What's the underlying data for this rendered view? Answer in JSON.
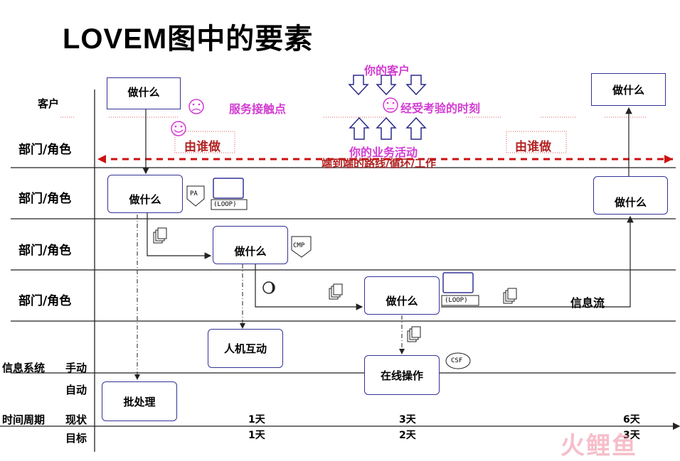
{
  "title": "LOVEM图中的要素",
  "rows": {
    "customer": "客户",
    "dept_role_1": "部门/角色",
    "dept_role_2": "部门/角色",
    "dept_role_3": "部门/角色",
    "dept_role_4": "部门/角色",
    "info_system": "信息系统",
    "manual": "手动",
    "auto": "自动",
    "time_cycle": "时间周期",
    "current": "现状",
    "target": "目标"
  },
  "boxes": {
    "customer_what": "做什么",
    "customer_what_right": "做什么",
    "dept1_what": "做什么",
    "dept1_what_right": "做什么",
    "dept2_what": "做什么",
    "dept3_what": "做什么",
    "human_interaction": "人机互动",
    "online_operation": "在线操作",
    "batch_processing": "批处理"
  },
  "annotations": {
    "your_customer": "你的客户",
    "service_touchpoint": "服务接触点",
    "moment_of_truth": "经受考验的时刻",
    "who_does_left": "由谁做",
    "who_does_right": "由谁做",
    "your_business_activity": "你的业务活动",
    "end_to_end": "端到端的路线/循环/工作",
    "info_flow": "信息流"
  },
  "tags": {
    "pa": "PA",
    "loop1": "(LOOP)",
    "loop2": "(LOOP)",
    "cmp": "CMP",
    "csf": "CSF"
  },
  "timeline": {
    "current": [
      "1天",
      "3天",
      "6天"
    ],
    "target": [
      "1天",
      "2天",
      "3天"
    ]
  },
  "watermark": "火鲤鱼",
  "colors": {
    "box_border": "#333399",
    "magenta": "#d23cd2",
    "red": "#b22222",
    "dashed_line": "#cc1111"
  }
}
